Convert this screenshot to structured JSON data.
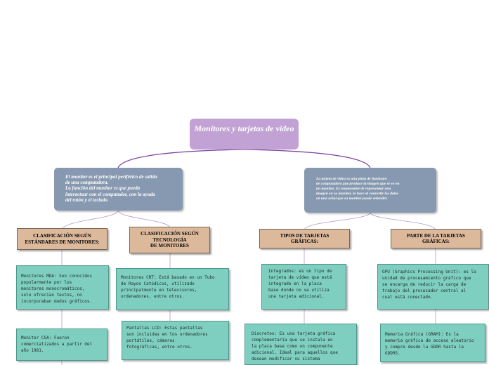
{
  "diagram": {
    "root": "Monitores y tarjetas de video",
    "left_description": "El monitor es el principal periférico de salida\nde una computadora.\nLa función del monitor es que pueda\ninteractuar con el computador, con la ayuda\ndel ratón y el teclado.",
    "right_description": "La tarjeta de video es una pieza de hardware\nde computadora que produce la imagen que se ve en\nun monitor. Es responsable de representar una\nimagen en su monitor, lo hace al convertir los datos\nen una señal que su monitor puede entender.",
    "categories": [
      {
        "title": "CLASIFICACIÓN SEGÚN\nESTÁNDARES DE MONITORES:"
      },
      {
        "title": "CLASIFICACIÓN SEGÚN\nTECNOLOGÍA\nDE MONITORES"
      },
      {
        "title": "TIPOS DE TARJETAS\nGRÁFICAS:"
      },
      {
        "title": "PARTE DE LA TARJETAS\nGRÁFICAS:"
      }
    ],
    "leaves": [
      "Monitores MDA: Son conocidos\npopularmente por los\nmonitores monocromáticos,\nsolo ofrecían textos, no\nincorporaban modos gráficos.",
      "Monitor CGA: Fueron\ncomercializados a partir del\naño 1981.",
      "Monitores CRT: Está basado en un Tubo\nde Rayos Catódicos, utilizado\nprincipalmente en televisores,\nordenadores, entre otros.",
      "Pantallas LCD: Estas pantallas\nson incluidas en los ordenadores\nportátiles, cámaras\nfotográficas, entre otros.",
      "Integrados: es un tipo de\ntarjeta de vídeo que está\nintegrado en la placa\nbase donde no se utiliza\nuna tarjeta adicional.",
      "Discretos: Es una tarjeta gráfica\ncomplementaria que se instala en\nla placa base como un componente\nadicional. Ideal para aquellos que\ndesean modificar su sistema",
      "GPU (Graphics Processing Unit): es la\nunidad de procesamiento gráfico que\nse encarga de reducir la carga de\ntrabajo del procesador central al\ncual está conectado.",
      "Memoria Gráfica (GRAM): Es la\nmemoria gráfica de acceso aleatorio\ny compre desde la GDDR hasta la\nGDDR5."
    ],
    "colors": {
      "root": "#c2a2d4",
      "description": "#8799b0",
      "category": "#ddb99c",
      "leaf": "#7fcfc0",
      "connector": "#7a3fa0"
    }
  }
}
